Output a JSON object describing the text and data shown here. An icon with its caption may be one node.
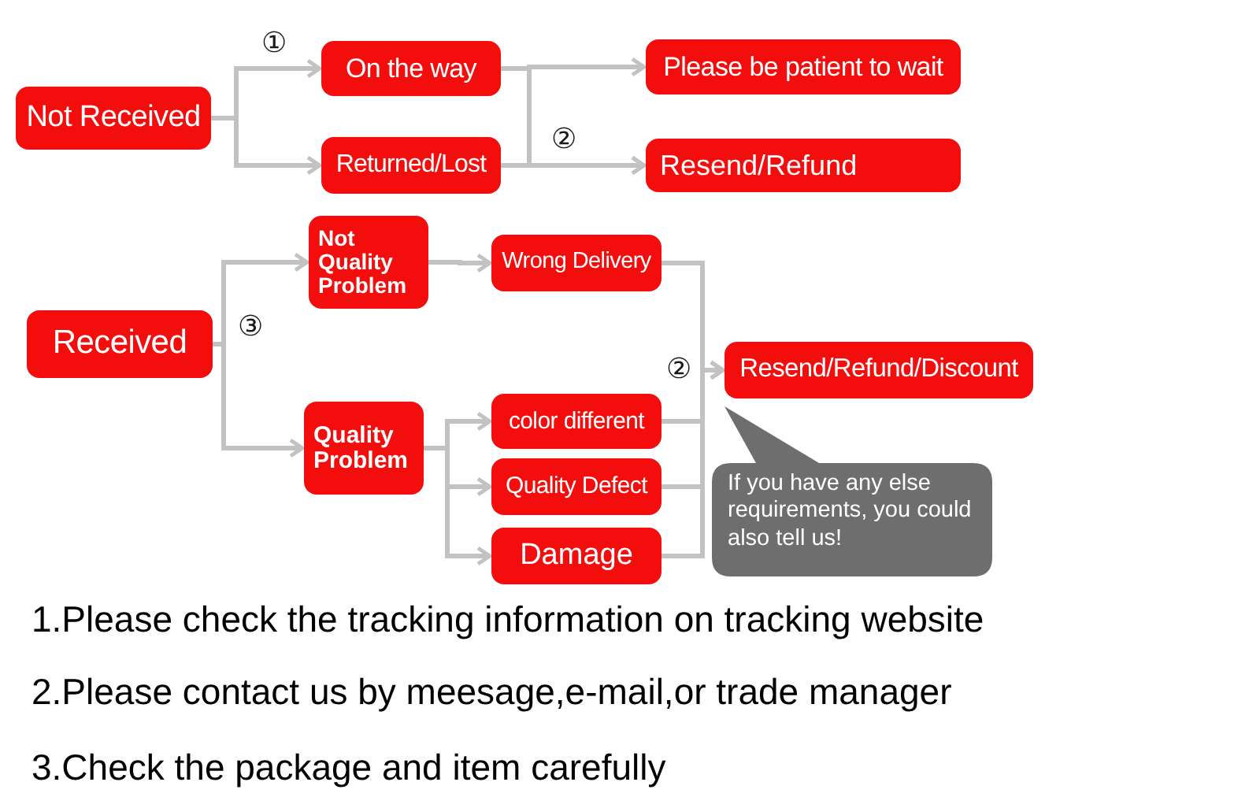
{
  "diagram": {
    "nodes": [
      {
        "text": [
          "Not Received"
        ]
      },
      {
        "text": [
          "On the way"
        ]
      },
      {
        "text": [
          "Returned/Lost"
        ]
      },
      {
        "text": [
          "Please be patient to wait"
        ]
      },
      {
        "text": [
          "Resend/Refund"
        ]
      },
      {
        "text": [
          "Received"
        ]
      },
      {
        "text": [
          "Not Quality Problem"
        ]
      },
      {
        "text": [
          "Wrong Delivery"
        ]
      },
      {
        "text": [
          "Quality Problem"
        ]
      },
      {
        "text": [
          "color different"
        ]
      },
      {
        "text": [
          "Quality Defect"
        ]
      },
      {
        "text": [
          "Damage"
        ]
      },
      {
        "text": [
          "Resend/Refund/Discount"
        ]
      },
      {
        "text": [
          "If you have any else requirements, you could also tell us!"
        ]
      }
    ],
    "edges": [
      {
        "from": 0,
        "to": 1,
        "arrow": "to"
      },
      {
        "from": 0,
        "to": 2,
        "arrow": "to"
      },
      {
        "from": 1,
        "to": 3,
        "arrow": "to"
      },
      {
        "from": 1,
        "to": 4,
        "arrow": "to"
      },
      {
        "from": 2,
        "to": 4,
        "arrow": "to"
      },
      {
        "from": 5,
        "to": 6,
        "arrow": "to"
      },
      {
        "from": 5,
        "to": 8,
        "arrow": "to"
      },
      {
        "from": 6,
        "to": 7,
        "arrow": "to"
      },
      {
        "from": 8,
        "to": 9,
        "arrow": "to"
      },
      {
        "from": 8,
        "to": 10,
        "arrow": "to"
      },
      {
        "from": 8,
        "to": 11,
        "arrow": "to"
      },
      {
        "from": 7,
        "to": 12,
        "arrow": "to"
      },
      {
        "from": 9,
        "to": 12,
        "arrow": "to"
      },
      {
        "from": 10,
        "to": 12,
        "arrow": "to"
      },
      {
        "from": 11,
        "to": 12,
        "arrow": "to"
      }
    ],
    "labels": [
      "①",
      "②",
      "③",
      "②",
      "1.Please check the tracking information on tracking website",
      "2.Please contact us by meesage,e-mail,or trade manager",
      "3.Check the package and item carefully"
    ]
  }
}
